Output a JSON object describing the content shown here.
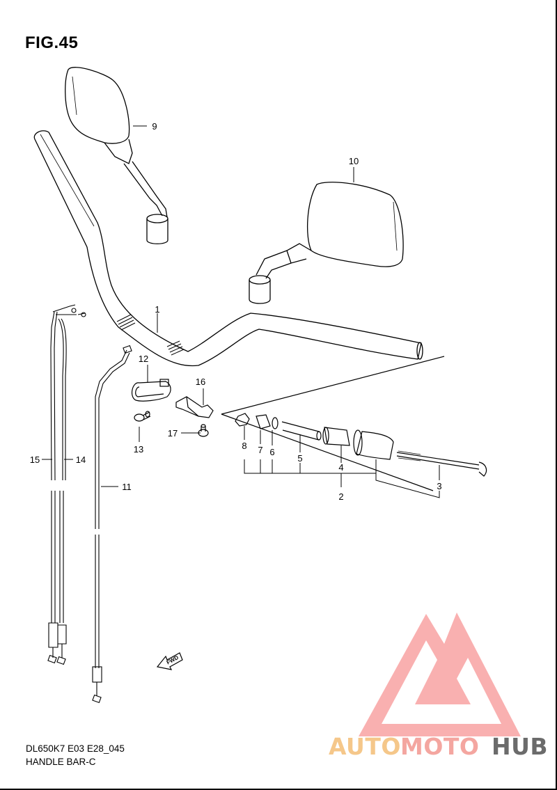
{
  "figure": {
    "title": "FIG.45",
    "code": "DL650K7 E03 E28_045",
    "name": "HANDLE BAR-C"
  },
  "callouts": [
    "1",
    "2",
    "3",
    "4",
    "5",
    "6",
    "7",
    "8",
    "9",
    "10",
    "11",
    "12",
    "13",
    "14",
    "15",
    "16",
    "17"
  ],
  "direction_marker": "FWD",
  "watermark": {
    "part1": "AUTO",
    "part2": "MOTO",
    "part3": "HUB",
    "colors": {
      "auto": "#f5c78a",
      "moto": "#f4a6a0",
      "hub": "#6b6b6b",
      "logo": "#f9a3a3"
    }
  }
}
